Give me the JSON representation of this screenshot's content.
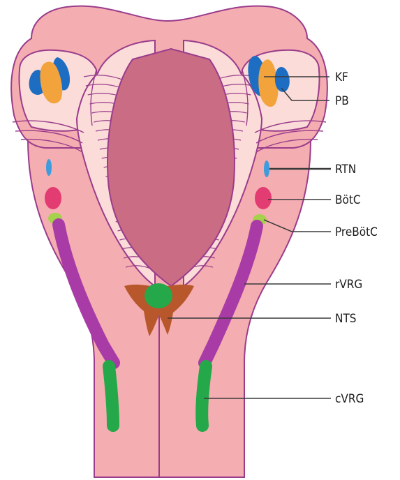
{
  "diagram": {
    "labels": {
      "kf": "KF",
      "pb": "PB",
      "rtn": "RTN",
      "botc": "BötC",
      "prebotc": "PreBötC",
      "rvrg": "rVRG",
      "nts": "NTS",
      "cvrg": "cVRG"
    },
    "colors": {
      "tissue": "#f4adb0",
      "tissue_light": "#fbdcd9",
      "outline": "#9a3c8c",
      "ventricle": "#c96c84",
      "kf_blue": "#1d6ec2",
      "pb_orange": "#f2a33c",
      "rtn_blue": "#3f9cdc",
      "botc_magenta": "#e33c72",
      "prebotc_lime": "#a6d14a",
      "rvrg_purple": "#a83ba6",
      "nts_green": "#24a849",
      "nts_brown": "#b7572b",
      "cvrg_green": "#24a849",
      "leader": "#3a3a3a"
    }
  }
}
